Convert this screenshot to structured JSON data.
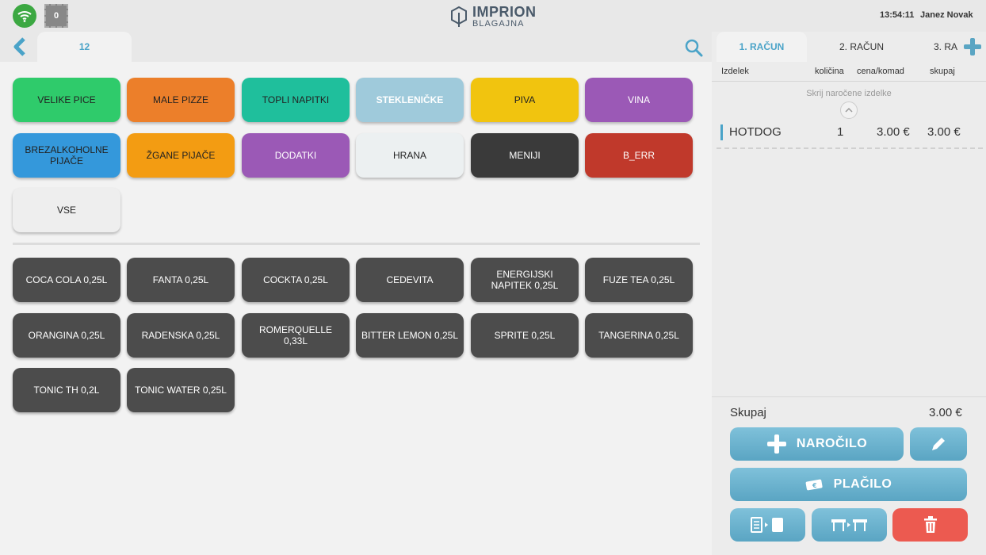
{
  "status": {
    "counter": "0"
  },
  "logo": {
    "main": "IMPRION",
    "sub": "BLAGAJNA"
  },
  "header": {
    "time": "13:54:11",
    "user": "Janez Novak"
  },
  "table_tab": {
    "label": "12"
  },
  "categories": [
    {
      "label": "VELIKE PICE",
      "color": "#2fcb6b",
      "text": "#222222"
    },
    {
      "label": "MALE PIZZE",
      "color": "#ec7f2a",
      "text": "#222222"
    },
    {
      "label": "TOPLI NAPITKI",
      "color": "#1fbf9c",
      "text": "#222222"
    },
    {
      "label": "STEKLENIČKE",
      "color": "#9fcadb",
      "text": "#ffffff"
    },
    {
      "label": "PIVA",
      "color": "#f1c40f",
      "text": "#222222"
    },
    {
      "label": "VINA",
      "color": "#9b59b6",
      "text": "#ffffff"
    },
    {
      "label": "BREZALKOHOLNE PIJAČE",
      "color": "#3498db",
      "text": "#222222"
    },
    {
      "label": "ŽGANE PIJAČE",
      "color": "#f39c12",
      "text": "#222222"
    },
    {
      "label": "DODATKI",
      "color": "#9b59b6",
      "text": "#ffffff"
    },
    {
      "label": "HRANA",
      "color": "#ecf0f1",
      "text": "#222222"
    },
    {
      "label": "MENIJI",
      "color": "#3a3a3a",
      "text": "#ffffff"
    },
    {
      "label": "B_ERR",
      "color": "#c0392b",
      "text": "#ffffff"
    },
    {
      "label": "VSE",
      "color": "#eeeeee",
      "text": "#222222"
    }
  ],
  "products": [
    {
      "label": "COCA COLA 0,25L"
    },
    {
      "label": "FANTA 0,25L"
    },
    {
      "label": "COCKTA 0,25L"
    },
    {
      "label": "CEDEVITA"
    },
    {
      "label": "ENERGIJSKI NAPITEK 0,25L"
    },
    {
      "label": "FUZE TEA 0,25L"
    },
    {
      "label": "ORANGINA 0,25L"
    },
    {
      "label": "RADENSKA 0,25L"
    },
    {
      "label": "ROMERQUELLE 0,33L"
    },
    {
      "label": "BITTER LEMON 0,25L"
    },
    {
      "label": "SPRITE 0,25L"
    },
    {
      "label": "TANGERINA 0,25L"
    },
    {
      "label": "TONIC TH 0,2L"
    },
    {
      "label": "TONIC WATER 0,25L"
    }
  ],
  "bill_tabs": [
    "1. RAČUN",
    "2. RAČUN",
    "3. RA"
  ],
  "bill": {
    "columns": {
      "item": "Izdelek",
      "qty": "količina",
      "price": "cena/komad",
      "total": "skupaj"
    },
    "hide_label": "Skrij naročene izdelke",
    "rows": [
      {
        "item": "HOTDOG",
        "qty": "1",
        "price": "3.00 €",
        "total": "3.00 €"
      }
    ],
    "sum_label": "Skupaj",
    "sum_value": "3.00 €"
  },
  "actions": {
    "order": "NAROČILO",
    "payment": "PLAČILO"
  },
  "colors": {
    "accent": "#4aa3c8",
    "button_blue": "#6db4d0",
    "danger": "#ec5a50"
  },
  "icons": [
    "wifi-icon",
    "back-arrow-icon",
    "search-icon",
    "plus-icon",
    "pencil-icon",
    "money-icon",
    "split-bill-icon",
    "move-table-icon",
    "trash-icon"
  ]
}
